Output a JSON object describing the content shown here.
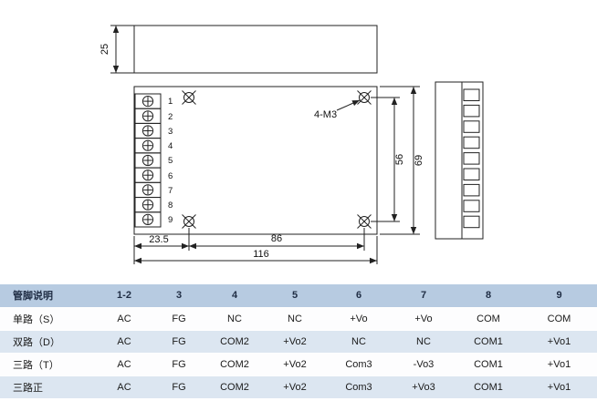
{
  "drawing": {
    "top_view_height_dim": "25",
    "hole_label": "4-M3",
    "dim_hole_spacing_v": "56",
    "dim_body_height": "69",
    "dim_left_offset": "23.5",
    "dim_hole_spacing_h": "86",
    "dim_body_width": "116",
    "terminal_numbers": [
      "1",
      "2",
      "3",
      "4",
      "5",
      "6",
      "7",
      "8",
      "9"
    ]
  },
  "table": {
    "headers": [
      "管脚说明",
      "1-2",
      "3",
      "4",
      "5",
      "6",
      "7",
      "8",
      "9"
    ],
    "rows": [
      {
        "label": "单路（S）",
        "values": [
          "AC",
          "FG",
          "NC",
          "NC",
          "+Vo",
          "+Vo",
          "COM",
          "COM"
        ]
      },
      {
        "label": "双路（D）",
        "values": [
          "AC",
          "FG",
          "COM2",
          "+Vo2",
          "NC",
          "NC",
          "COM1",
          "+Vo1"
        ]
      },
      {
        "label": "三路（T）",
        "values": [
          "AC",
          "FG",
          "COM2",
          "+Vo2",
          "Com3",
          "-Vo3",
          "COM1",
          "+Vo1"
        ]
      },
      {
        "label": "三路正",
        "values": [
          "AC",
          "FG",
          "COM2",
          "+Vo2",
          "Com3",
          "+Vo3",
          "COM1",
          "+Vo1"
        ]
      }
    ]
  },
  "colors": {
    "header_bg": "#b7cbe1",
    "row_alt_bg": "#dce6f1",
    "line": "#222222"
  }
}
